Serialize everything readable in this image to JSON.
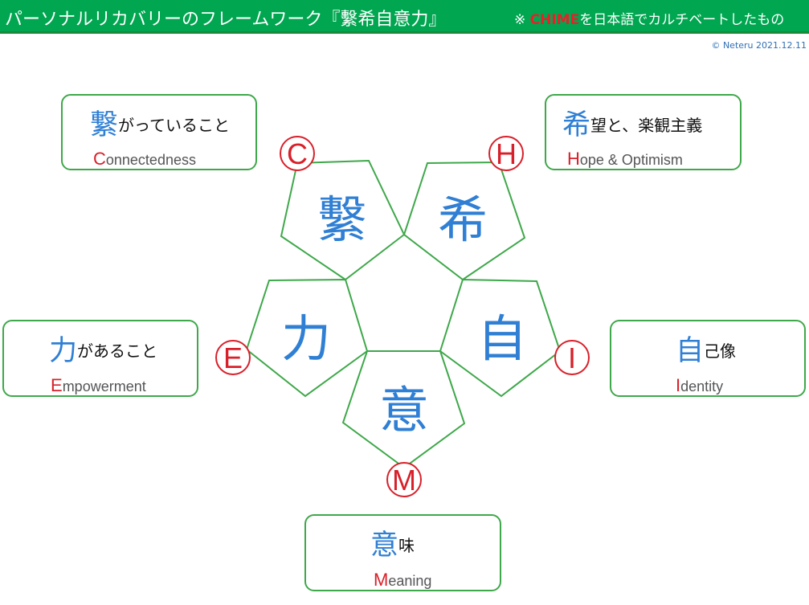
{
  "header": {
    "title": "パーソナルリカバリーのフレームワーク『繫希自意力』",
    "note_prefix": "※ ",
    "note_acronym": "CHIME",
    "note_suffix": "を日本語でカルチベートしたもの"
  },
  "copyright": "© Neteru 2021.12.11",
  "colors": {
    "header_bg": "#00a650",
    "border_green": "#3ea84a",
    "kanji_blue": "#2f7fd4",
    "initial_red": "#d8202a"
  },
  "cards": {
    "c": {
      "kanji": "繋",
      "rest": "がっていること",
      "initial": "C",
      "en_rest": "onnectedness"
    },
    "h": {
      "kanji": "希",
      "rest": "望と、楽観主義",
      "initial": "H",
      "en_rest": "ope & Optimism"
    },
    "e": {
      "kanji": "力",
      "rest": "があること",
      "initial": "E",
      "en_rest": "mpowerment"
    },
    "i": {
      "kanji": "自",
      "rest": "己像",
      "initial": "I",
      "en_rest": "dentity"
    },
    "m": {
      "kanji": "意",
      "rest": "味",
      "initial": "M",
      "en_rest": "eaning"
    }
  },
  "pentagons": {
    "c": {
      "char": "繫",
      "badge": "C"
    },
    "h": {
      "char": "希",
      "badge": "H"
    },
    "e": {
      "char": "力",
      "badge": "E"
    },
    "i": {
      "char": "自",
      "badge": "I"
    },
    "m": {
      "char": "意",
      "badge": "M"
    }
  }
}
